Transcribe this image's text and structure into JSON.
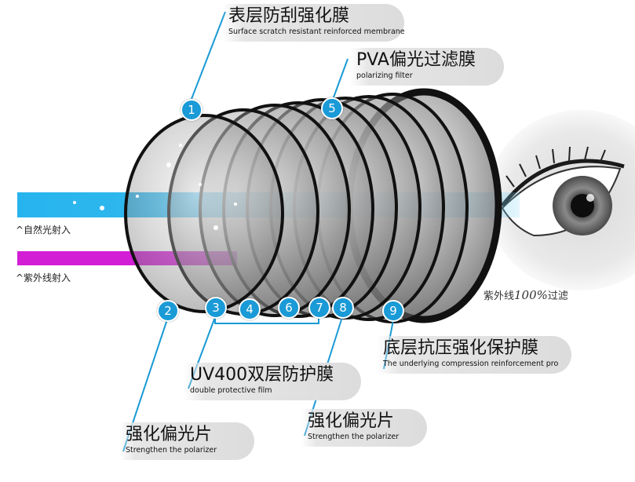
{
  "callouts": {
    "surface": {
      "cn": "表层防刮强化膜",
      "en": "Surface scratch resistant reinforced membrane"
    },
    "pva": {
      "cn": "PVA偏光过滤膜",
      "en": "polarizing filter"
    },
    "bottom": {
      "cn": "底层抗压强化保护膜",
      "en": "The underlying compression reinforcement pro"
    },
    "uv400": {
      "cn": "UV400双层防护膜",
      "en": "double protective film"
    },
    "polarizer_left": {
      "cn": "强化偏光片",
      "en": "Strengthen the polarizer"
    },
    "polarizer_right": {
      "cn": "强化偏光片",
      "en": "Strengthen the polarizer"
    }
  },
  "numbers": [
    "1",
    "2",
    "3",
    "4",
    "5",
    "6",
    "7",
    "8",
    "9"
  ],
  "beams": {
    "natural_light": "^自然光射入",
    "uv_light": "^紫外线射入"
  },
  "filter_result": {
    "prefix": "紫外线",
    "percent": "100%",
    "suffix": "过滤"
  },
  "colors": {
    "accent_blue": "#1a9ad6",
    "natural_beam": "#27b4ee",
    "uv_beam": "#d21fd6",
    "lens_rim": "#111111"
  }
}
